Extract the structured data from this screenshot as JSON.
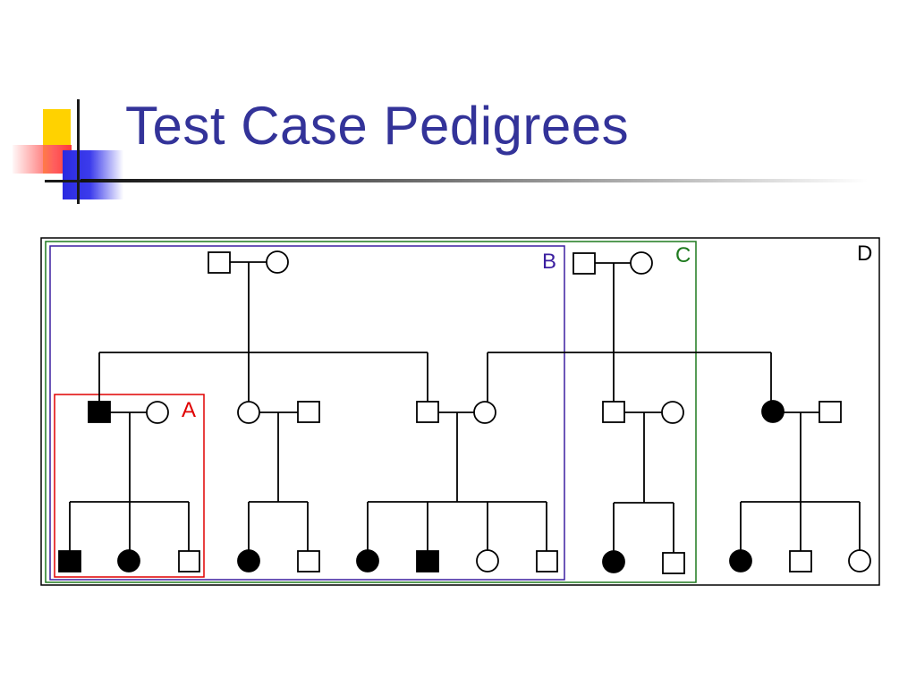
{
  "slide": {
    "title": "Test Case Pedigrees"
  },
  "pedigree": {
    "labels": {
      "A": "A",
      "B": "B",
      "C": "C",
      "D": "D"
    },
    "colors": {
      "title": "#333399",
      "box_a": "#e00000",
      "box_b": "#3b1fa0",
      "box_c": "#1e7a1e",
      "box_d": "#000000",
      "affected": "#000000",
      "unaffected": "#ffffff"
    }
  }
}
